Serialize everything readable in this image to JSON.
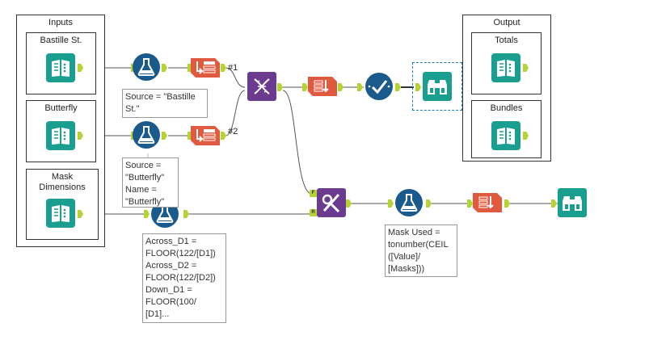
{
  "containers": {
    "inputs_title": "Inputs",
    "output_title": "Output",
    "boxes": {
      "bastille": "Bastille St.",
      "butterfly": "Butterfly",
      "mask_dimensions": "Mask\nDimensions",
      "totals": "Totals",
      "bundles": "Bundles"
    }
  },
  "annotations": {
    "source_bastille": "Source = \"Bastille\nSt.\"",
    "source_butterfly": "Source =\n\"Butterfly\"\nName =\n\"Butterfly\"",
    "across": "Across_D1 =\nFLOOR(122/[D1])\nAcross_D2 =\nFLOOR(122/[D2])\nDown_D1 =\nFLOOR(100/\n[D1]...",
    "mask_used": "Mask Used =\ntonumber(CEIL\n([Value]/\n[Masks]))"
  },
  "connection_labels": {
    "first": "#1",
    "second": "#2"
  },
  "join_anchor_labels": {
    "f": "F",
    "r": "R"
  },
  "colors": {
    "input_teal": "#1a9e8f",
    "formula_blue": "#1b5a8c",
    "transpose_red": "#e05a3f",
    "union_purple": "#6b3b8f",
    "anchor_green": "#b5d334"
  }
}
